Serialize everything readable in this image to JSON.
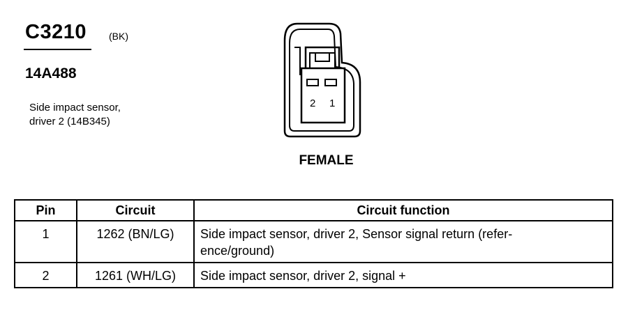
{
  "connector": {
    "id": "C3210",
    "color": "(BK)",
    "part_number": "14A488",
    "description_lines": [
      "Side impact sensor,",
      "driver 2 (14B345)"
    ],
    "gender": "FEMALE",
    "pin_labels": [
      "2",
      "1"
    ]
  },
  "table": {
    "headers": {
      "pin": "Pin",
      "circuit": "Circuit",
      "function": "Circuit function"
    },
    "rows": [
      {
        "pin": "1",
        "circuit": "1262 (BN/LG)",
        "function_lines": [
          "Side impact sensor, driver 2, Sensor signal return (refer-",
          "ence/ground)"
        ]
      },
      {
        "pin": "2",
        "circuit": "1261 (WH/LG)",
        "function_lines": [
          "Side impact sensor, driver 2, signal +"
        ]
      }
    ]
  }
}
